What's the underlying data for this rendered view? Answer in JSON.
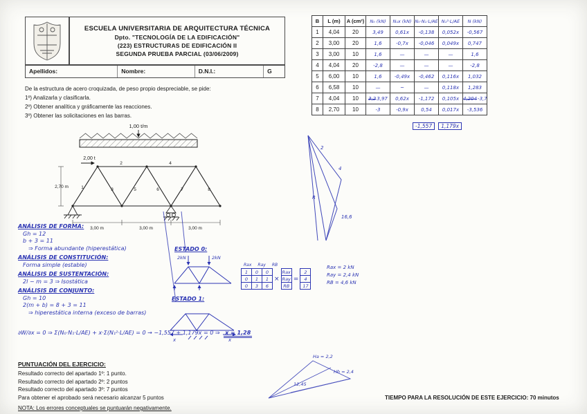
{
  "header": {
    "school": "ESCUELA UNIVERSITARIA DE ARQUITECTURA TÉCNICA",
    "dept": "Dpto. \"TECNOLOGÍA DE LA EDIFICACIÓN\"",
    "course": "(223) ESTRUCTURAS DE EDIFICACIÓN II",
    "exam": "SEGUNDA PRUEBA PARCIAL (03/06/2009)"
  },
  "info_row": {
    "apellidos": "Apellidos:",
    "nombre": "Nombre:",
    "dni": "D.N.I.:",
    "grupo": "G"
  },
  "instructions": {
    "intro": "De la estructura de acero croquizada, de peso propio despreciable, se pide:",
    "item1": "1º) Analizarla y clasificarla.",
    "item2": "2º) Obtener analítica y gráficamente las reacciones.",
    "item3": "3º) Obtener las solicitaciones en las barras."
  },
  "diagram": {
    "load_label": "1,00 t/m",
    "point_load": "2,00 t",
    "height": "2,70 m",
    "spans": [
      "3,00 m",
      "3,00 m",
      "3,00 m"
    ],
    "members": [
      "1",
      "2",
      "3",
      "4",
      "5",
      "6",
      "7",
      "8"
    ]
  },
  "table": {
    "headers_printed": [
      "B",
      "L (m)",
      "A (cm²)"
    ],
    "headers_hand": [
      "N₀ (kN)",
      "N₁x (kN)",
      "N₀·N₁·L/AE",
      "N₁²·L/AE",
      "N (kN)"
    ],
    "rows": [
      {
        "b": "1",
        "l": "4,04",
        "a": "20",
        "n0": "3,49",
        "n1": "0,61x",
        "t1": "-0,138",
        "t2": "0,052x",
        "n": "-0,567"
      },
      {
        "b": "2",
        "l": "3,00",
        "a": "20",
        "n0": "1,6",
        "n1": "-0,7x",
        "t1": "-0,046",
        "t2": "0,049x",
        "n": "0,747"
      },
      {
        "b": "3",
        "l": "3,00",
        "a": "10",
        "n0": "1,6",
        "n1": "—",
        "t1": "—",
        "t2": "—",
        "n": "1,6"
      },
      {
        "b": "4",
        "l": "4,04",
        "a": "20",
        "n0": "-2,8",
        "n1": "—",
        "t1": "—",
        "t2": "—",
        "n": "-2,8"
      },
      {
        "b": "5",
        "l": "6,00",
        "a": "10",
        "n0": "1,6",
        "n1": "-0,49x",
        "t1": "-0,462",
        "t2": "0,116x",
        "n": "1,032"
      },
      {
        "b": "6",
        "l": "6,58",
        "a": "10",
        "n0": "—",
        "n1": "~",
        "t1": "—",
        "t2": "0,118x",
        "n": "1,283"
      },
      {
        "b": "7",
        "l": "4,04",
        "a": "10",
        "n0_s": "3,2",
        "n0": "3,97",
        "n1": "0,62x",
        "t1": "-1,172",
        "t2": "0,105x",
        "n_s": "4,204",
        "n": "-3,7"
      },
      {
        "b": "8",
        "l": "2,70",
        "a": "10",
        "n0": "-3",
        "n1": "-0,9x",
        "t1": "0,54",
        "t2": "0,017x",
        "n": "-3,536"
      }
    ],
    "sum": [
      "-1,557",
      "1,179x"
    ]
  },
  "polygon": {
    "labels": [
      "2",
      "4",
      "R",
      "16,6"
    ]
  },
  "notes_left": [
    "ANÁLISIS DE FORMA:",
    "Gh = 12",
    "b + 3 = 11",
    "⇒ Forma abundante (hiperestática)",
    "ANÁLISIS DE CONSTITUCIÓN:",
    "Forma simple (estable)",
    "ANÁLISIS DE SUSTENTACIÓN:",
    "2l − m = 3 ⇒ Isostática",
    "ANÁLISIS DE CONJUNTO:",
    "Gh = 10",
    "2(m + b) = 8 + 3 = 11",
    "⇒ hiperestática interna (exceso de barras)"
  ],
  "estado0": {
    "label": "ESTADO 0:",
    "loads": [
      "2kN",
      "2kN"
    ]
  },
  "estado1": {
    "label": "ESTADO 1:",
    "x1": "x",
    "x2": "x"
  },
  "matrix": {
    "caption": [
      "Rax",
      "Ray",
      "RB"
    ],
    "grid": [
      [
        "1",
        "0",
        "0"
      ],
      [
        "0",
        "1",
        "1"
      ],
      [
        "0",
        "3",
        "6"
      ]
    ],
    "times": "×",
    "vector": [
      "Rax",
      "Ray",
      "RB"
    ],
    "equals": "=",
    "result": [
      "2",
      "4",
      "17"
    ],
    "solutions": [
      "Rax = 2 kN",
      "Ray = 2,4 kN",
      "RB = 4,6 kN"
    ]
  },
  "equation": {
    "body": "∂W/∂x = 0 ⇒ Σ(N₀·N₁·L/AE) + x·Σ(N₁²·L/AE) = 0 → −1,557 + 1,179x = 0 ⇒",
    "result": "x = 1,28"
  },
  "scoring": {
    "title": "PUNTUACIÓN DEL EJERCICIO:",
    "line1": "Resultado correcto del apartado 1º: 1 punto.",
    "line2": "Resultado correcto del apartado 2º: 2 puntos",
    "line3": "Resultado correcto del apartado 3º: 7 puntos",
    "line4": "Para obtener el aprobado será necesario alcanzar 5 puntos",
    "nota": "NOTA: Los errores conceptuales se puntuarán negativamente."
  },
  "bottom_sketch": {
    "labels": [
      "Ha = 2,2",
      "12,45",
      "Hb = 2,4"
    ]
  },
  "time_note": "TIEMPO PARA LA RESOLUCIÓN DE ESTE EJERCICIO: 70 minutos"
}
